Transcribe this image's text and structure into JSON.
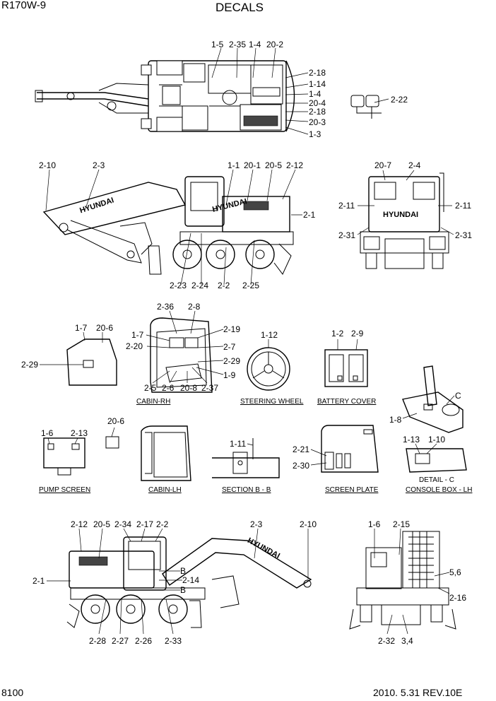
{
  "header": {
    "model": "R170W-9",
    "title": "DECALS"
  },
  "footer": {
    "page_number": "8100",
    "revision": "2010. 5.31  REV.10E"
  },
  "decal_text": {
    "brand": "HYUNDAI"
  },
  "views": {
    "top": {
      "labels": [
        "1-5",
        "2-35",
        "1-4",
        "20-2",
        "2-18",
        "1-14",
        "1-4",
        "20-4",
        "2-18",
        "20-3",
        "1-3",
        "2-22"
      ]
    },
    "side_right": {
      "labels": [
        "2-10",
        "2-3",
        "1-1",
        "20-1",
        "20-5",
        "2-12",
        "2-1",
        "2-23",
        "2-24",
        "2-2",
        "2-25"
      ]
    },
    "rear": {
      "labels": [
        "20-7",
        "2-4",
        "2-11",
        "2-11",
        "2-31",
        "2-31"
      ]
    },
    "cabin_rh": {
      "caption": "CABIN-RH",
      "labels": [
        "1-7",
        "20-6",
        "2-29",
        "2-36",
        "2-8",
        "1-7",
        "2-19",
        "2-20",
        "2-7",
        "2-29",
        "1-9",
        "2-5",
        "2-6",
        "20-8",
        "2-37"
      ]
    },
    "steering_wheel": {
      "caption": "STEERING WHEEL",
      "labels": [
        "1-12"
      ]
    },
    "battery_cover": {
      "caption": "BATTERY COVER",
      "labels": [
        "1-2",
        "2-9"
      ]
    },
    "joystick": {
      "labels": [
        "C",
        "1-8"
      ]
    },
    "pump_screen": {
      "caption": "PUMP SCREEN",
      "labels": [
        "1-6",
        "2-13"
      ]
    },
    "cabin_lh": {
      "caption": "CABIN-LH",
      "labels": [
        "20-6"
      ]
    },
    "section_bb": {
      "caption": "SECTION B - B",
      "labels": [
        "1-11"
      ]
    },
    "screen_plate": {
      "caption": "SCREEN PLATE",
      "labels": [
        "2-21",
        "2-30"
      ]
    },
    "console_box": {
      "caption": "DETAIL - C",
      "caption2": "CONSOLE BOX - LH",
      "labels": [
        "1-13",
        "1-10"
      ]
    },
    "side_left": {
      "labels": [
        "2-12",
        "20-5",
        "2-34",
        "2-17",
        "2-2",
        "2-3",
        "2-10",
        "2-1",
        "B",
        "2-14",
        "B",
        "2-28",
        "2-27",
        "2-26",
        "2-33"
      ]
    },
    "front": {
      "labels": [
        "1-6",
        "2-15",
        "5,6",
        "2-16",
        "2-32",
        "3,4"
      ]
    }
  }
}
